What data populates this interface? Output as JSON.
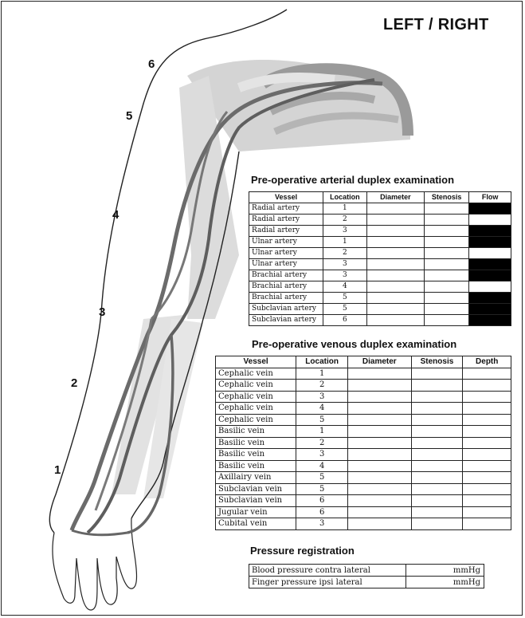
{
  "header": {
    "title": "LEFT / RIGHT"
  },
  "arm_labels": [
    "1",
    "2",
    "3",
    "4",
    "5",
    "6"
  ],
  "arterial": {
    "title": "Pre-operative arterial duplex examination",
    "headers": [
      "Vessel",
      "Location",
      "Diameter",
      "Stenosis",
      "Flow"
    ],
    "rows": [
      {
        "vessel": "Radial artery",
        "location": "1",
        "flow": "black"
      },
      {
        "vessel": "Radial artery",
        "location": "2",
        "flow": "white"
      },
      {
        "vessel": "Radial artery",
        "location": "3",
        "flow": "black"
      },
      {
        "vessel": "Ulnar artery",
        "location": "1",
        "flow": "black"
      },
      {
        "vessel": "Ulnar artery",
        "location": "2",
        "flow": "white"
      },
      {
        "vessel": "Ulnar artery",
        "location": "3",
        "flow": "black"
      },
      {
        "vessel": "Brachial artery",
        "location": "3",
        "flow": "black"
      },
      {
        "vessel": "Brachial artery",
        "location": "4",
        "flow": "white"
      },
      {
        "vessel": "Brachial artery",
        "location": "5",
        "flow": "black"
      },
      {
        "vessel": "Subclavian artery",
        "location": "5",
        "flow": "black"
      },
      {
        "vessel": "Subclavian artery",
        "location": "6",
        "flow": "black"
      }
    ]
  },
  "venous": {
    "title": "Pre-operative venous duplex examination",
    "headers": [
      "Vessel",
      "Location",
      "Diameter",
      "Stenosis",
      "Depth"
    ],
    "rows": [
      {
        "vessel": "Cephalic vein",
        "location": "1"
      },
      {
        "vessel": "Cephalic vein",
        "location": "2"
      },
      {
        "vessel": "Cephalic vein",
        "location": "3"
      },
      {
        "vessel": "Cephalic vein",
        "location": "4"
      },
      {
        "vessel": "Cephalic vein",
        "location": "5"
      },
      {
        "vessel": "Basilic vein",
        "location": "1"
      },
      {
        "vessel": "Basilic vein",
        "location": "2"
      },
      {
        "vessel": "Basilic vein",
        "location": "3"
      },
      {
        "vessel": "Basilic vein",
        "location": "4"
      },
      {
        "vessel": "Axillairy vein",
        "location": "5"
      },
      {
        "vessel": "Subclavian vein",
        "location": "5"
      },
      {
        "vessel": "Subclavian vein",
        "location": "6"
      },
      {
        "vessel": "Jugular vein",
        "location": "6"
      },
      {
        "vessel": "Cubital vein",
        "location": "3"
      }
    ]
  },
  "pressure": {
    "title": "Pressure registration",
    "rows": [
      {
        "label": "Blood pressure contra lateral",
        "unit": "mmHg"
      },
      {
        "label": "Finger pressure ipsi lateral",
        "unit": "mmHg"
      }
    ]
  }
}
